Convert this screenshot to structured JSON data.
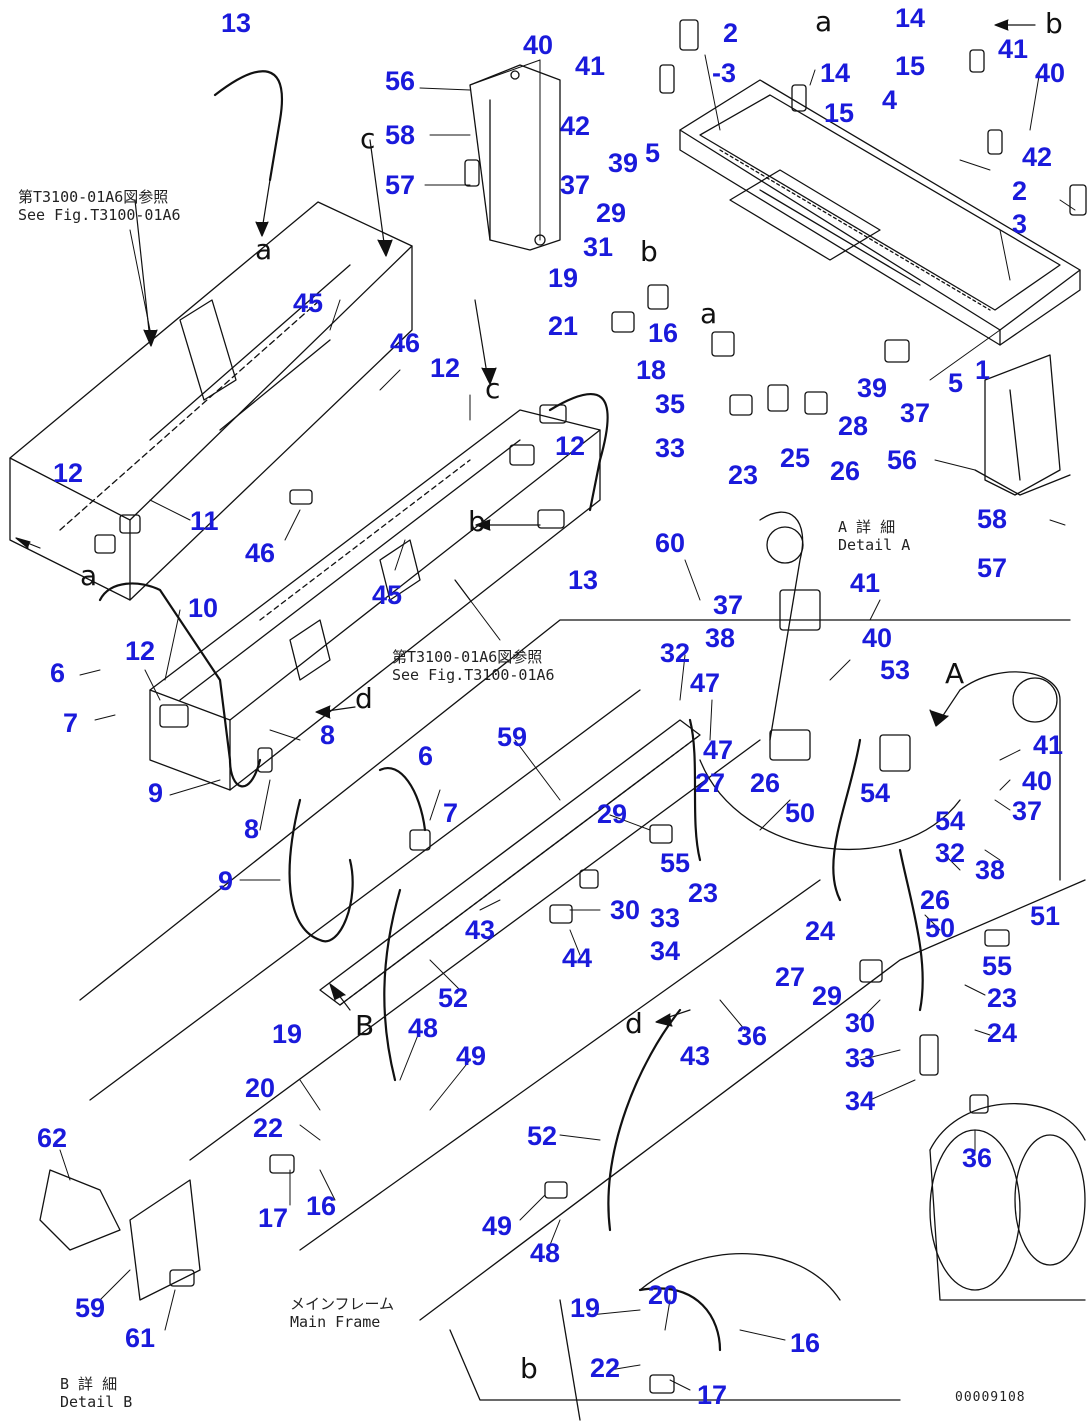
{
  "colors": {
    "callout": "#1a1adb",
    "line": "#111111",
    "background": "#ffffff"
  },
  "callouts": [
    "13",
    "40",
    "41",
    "2",
    "-3",
    "14",
    "15",
    "56",
    "58",
    "57",
    "42",
    "5",
    "39",
    "37",
    "29",
    "31",
    "4",
    "41",
    "40",
    "42",
    "2",
    "3",
    "45",
    "46",
    "12",
    "19",
    "21",
    "16",
    "18",
    "35",
    "33",
    "23",
    "25",
    "26",
    "28",
    "39",
    "37",
    "5",
    "1",
    "56",
    "58",
    "57",
    "12",
    "11",
    "12",
    "46",
    "45",
    "13",
    "10",
    "6",
    "12",
    "7",
    "8",
    "9",
    "8",
    "9",
    "6",
    "7",
    "60",
    "37",
    "38",
    "41",
    "40",
    "53",
    "32",
    "47",
    "47",
    "59",
    "29",
    "27",
    "26",
    "50",
    "54",
    "41",
    "40",
    "37",
    "54",
    "32",
    "38",
    "55",
    "30",
    "33",
    "23",
    "43",
    "44",
    "24",
    "26",
    "50",
    "51",
    "34",
    "27",
    "55",
    "23",
    "29",
    "30",
    "24",
    "52",
    "19",
    "48",
    "49",
    "43",
    "36",
    "33",
    "34",
    "20",
    "22",
    "36",
    "52",
    "17",
    "16",
    "62",
    "49",
    "48",
    "59",
    "61",
    "19",
    "20",
    "16",
    "22",
    "17"
  ],
  "letters": [
    "a",
    "b",
    "a",
    "b",
    "a",
    "c",
    "b",
    "d",
    "d",
    "a",
    "c",
    "b",
    "A",
    "B"
  ],
  "notes": {
    "see_fig_1": "第T3100-01A6図参照",
    "see_fig_1_en": "See Fig.T3100-01A6",
    "see_fig_2": "第T3100-01A6図参照",
    "see_fig_2_en": "See Fig.T3100-01A6",
    "detail_a_jp": "A 詳 細",
    "detail_a_en": "Detail A",
    "main_frame_jp": "メインフレーム",
    "main_frame_en": "Main Frame",
    "detail_b_jp": "B 詳 細",
    "detail_b_en": "Detail B"
  },
  "drawing_code": "00009108"
}
